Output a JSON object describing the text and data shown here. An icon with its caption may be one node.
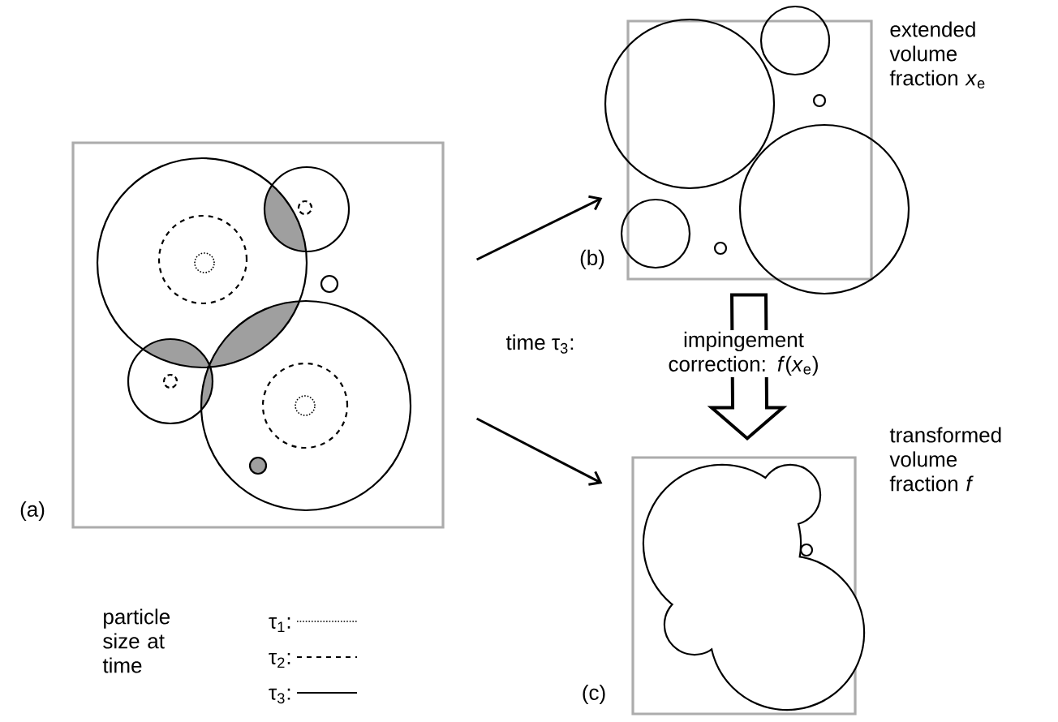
{
  "diagram": {
    "nodes": [
      {
        "text": [],
        "shape": "box",
        "beside": [
          "(a)"
        ]
      },
      {
        "text": [],
        "shape": "box",
        "beside": [
          "(b)",
          "extended volume fraction *x*$_{e}$"
        ]
      },
      {
        "text": [],
        "shape": "box",
        "beside": [
          "(c)",
          "transformed volume fraction *f*"
        ]
      }
    ],
    "edges": [
      {
        "from": 0,
        "to": 1,
        "arrow": "to"
      },
      {
        "from": 0,
        "to": 2,
        "arrow": "to"
      },
      {
        "from": 1,
        "to": 2,
        "arrow": "to",
        "style": "thick",
        "label": "impingement correction: *f*(*x*$_{e}$)"
      }
    ],
    "labels": [
      "time τ$_{3}$:",
      "particle size at time"
    ],
    "legend": [
      {
        "text": "τ$_{1}$:"
      },
      {
        "text": "τ$_{2}$:"
      },
      {
        "text": "τ$_{3}$:"
      }
    ]
  }
}
